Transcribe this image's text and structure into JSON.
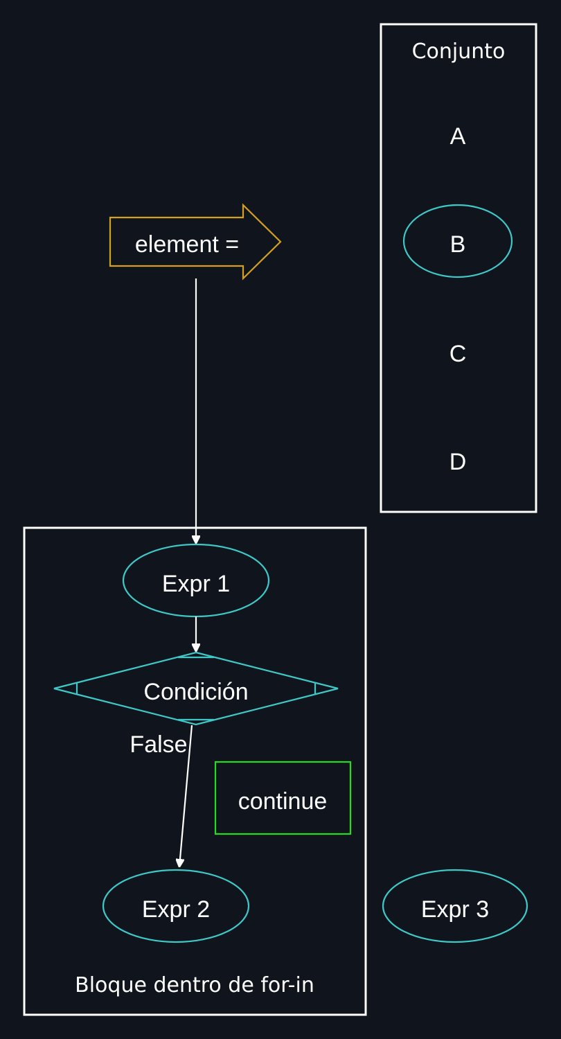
{
  "colors": {
    "background": "#10151d",
    "cluster_stroke": "#ffffff",
    "node_stroke": "#3fc8c8",
    "arrow_node_stroke": "#d4a020",
    "continue_stroke": "#22dd22",
    "text": "#ffffff"
  },
  "clusters": {
    "set": {
      "title": "Conjunto"
    },
    "block": {
      "title": "Bloque dentro de for-in"
    }
  },
  "set_items": [
    "A",
    "B",
    "C",
    "D"
  ],
  "nodes": {
    "element": "element =",
    "expr1": "Expr 1",
    "condition": "Condición",
    "continue": "continue",
    "expr2": "Expr 2",
    "expr3": "Expr 3"
  },
  "edges": {
    "false_label": "False"
  }
}
